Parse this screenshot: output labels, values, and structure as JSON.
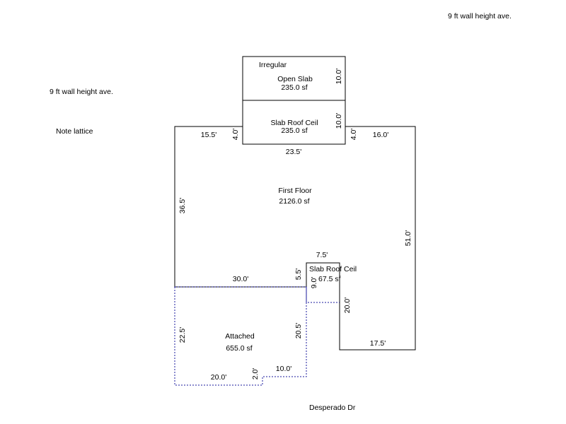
{
  "notes": {
    "top_right": "9 ft wall height ave.",
    "left": "9 ft wall height ave.",
    "lattice": "Note lattice",
    "street": "Desperado Dr"
  },
  "areas": {
    "open_slab": {
      "tag": "Irregular",
      "name": "Open Slab",
      "size": "235.0 sf"
    },
    "slab_roof_top": {
      "name": "Slab Roof Ceil",
      "size": "235.0 sf"
    },
    "first_floor": {
      "name": "First Floor",
      "size": "2126.0 sf"
    },
    "slab_roof_small": {
      "name": "Slab Roof Ceil",
      "size": "67.5 sf"
    },
    "attached": {
      "name": "Attached",
      "size": "655.0 sf"
    }
  },
  "dims": {
    "open_slab_h": "10.0'",
    "slab_top_h": "10.0'",
    "notch_left": "4.0'",
    "notch_right": "4.0'",
    "top_left": "15.5'",
    "top_right": "16.0'",
    "slab_width": "23.5'",
    "left_side": "36.5'",
    "right_side": "51.0'",
    "small_width": "7.5'",
    "small_left": "5.5'",
    "small_inner": "9.0'",
    "bottom_left": "30.0'",
    "step_right": "20.0'",
    "bottom_right": "17.5'",
    "att_left": "22.5'",
    "att_right": "20.5'",
    "att_bottom": "20.0'",
    "att_step": "2.0'",
    "att_bottom_right": "10.0'"
  }
}
